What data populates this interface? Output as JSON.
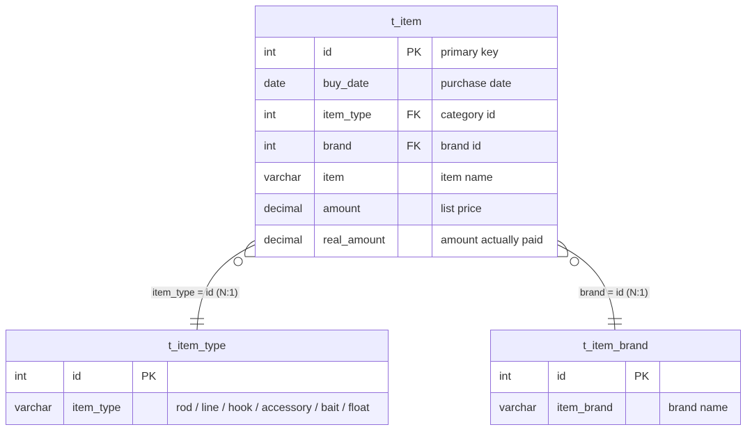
{
  "entities": {
    "t_item": {
      "title": "t_item",
      "rows": [
        [
          "int",
          "id",
          "PK",
          "primary key"
        ],
        [
          "date",
          "buy_date",
          "",
          "purchase date"
        ],
        [
          "int",
          "item_type",
          "FK",
          "category id"
        ],
        [
          "int",
          "brand",
          "FK",
          "brand id"
        ],
        [
          "varchar",
          "item",
          "",
          "item name"
        ],
        [
          "decimal",
          "amount",
          "",
          "list price"
        ],
        [
          "decimal",
          "real_amount",
          "",
          "amount actually paid"
        ]
      ]
    },
    "t_item_type": {
      "title": "t_item_type",
      "rows": [
        [
          "int",
          "id",
          "PK",
          ""
        ],
        [
          "varchar",
          "item_type",
          "",
          "rod / line / hook / accessory / bait / float"
        ]
      ]
    },
    "t_item_brand": {
      "title": "t_item_brand",
      "rows": [
        [
          "int",
          "id",
          "PK",
          ""
        ],
        [
          "varchar",
          "item_brand",
          "",
          "brand name"
        ]
      ]
    }
  },
  "relationships": {
    "item_type": {
      "label": "item_type = id (N:1)"
    },
    "brand": {
      "label": "brand = id (N:1)"
    }
  },
  "colors": {
    "border": "#9370db",
    "header_bg": "#ececff",
    "row_alt_bg": "#f0f0ff",
    "line": "#333333"
  }
}
